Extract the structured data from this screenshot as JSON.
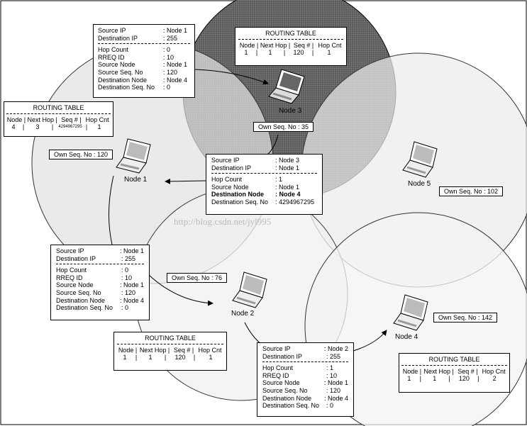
{
  "nodes": {
    "node1": "Node 1",
    "node2": "Node 2",
    "node3": "Node 3",
    "node4": "Node 4",
    "node5": "Node 5"
  },
  "own_seq": {
    "node1": "Own Seq. No : 120",
    "node2": "Own Seq. No : 76",
    "node3": "Own Seq. No : 35",
    "node4": "Own Seq. No : 142",
    "node5": "Own Seq. No : 102"
  },
  "rreq_top": {
    "source_ip": [
      "Source IP",
      ": Node 1"
    ],
    "dest_ip": [
      "Destination IP",
      ": 255"
    ],
    "hop_count": [
      "Hop Count",
      ": 0"
    ],
    "rreq_id": [
      "RREQ ID",
      ": 10"
    ],
    "source_node": [
      "Source Node",
      ": Node 1"
    ],
    "source_seq": [
      "Source Seq. No",
      ": 120"
    ],
    "dest_node": [
      "Destination Node",
      ": Node 4"
    ],
    "dest_seq": [
      "Destination Seq. No",
      ": 0"
    ]
  },
  "rreq_left": {
    "source_ip": [
      "Source IP",
      ": Node 1"
    ],
    "dest_ip": [
      "Destination IP",
      ": 255"
    ],
    "hop_count": [
      "Hop Count",
      ": 0"
    ],
    "rreq_id": [
      "RREQ ID",
      ": 10"
    ],
    "source_node": [
      "Source Node",
      ": Node 1"
    ],
    "source_seq": [
      "Source Seq. No",
      ": 120"
    ],
    "dest_node": [
      "Destination Node",
      ": Node 4"
    ],
    "dest_seq": [
      "Destination Seq. No",
      ": 0"
    ]
  },
  "rreq_bottom": {
    "source_ip": [
      "Source IP",
      ": Node 2"
    ],
    "dest_ip": [
      "Destination IP",
      ": 255"
    ],
    "hop_count": [
      "Hop Count",
      ": 1"
    ],
    "rreq_id": [
      "RREQ ID",
      ": 10"
    ],
    "source_node": [
      "Source Node",
      ": Node 1"
    ],
    "source_seq": [
      "Source Seq. No",
      ": 120"
    ],
    "dest_node": [
      "Destination Node",
      ": Node 4"
    ],
    "dest_seq": [
      "Destination Seq. No",
      ": 0"
    ]
  },
  "rrep_center": {
    "source_ip": [
      "Source IP",
      ": Node 3"
    ],
    "dest_ip": [
      "Destination IP",
      ": Node 1"
    ],
    "hop_count": [
      "Hop Count",
      ": 1"
    ],
    "source_node": [
      "Source Node",
      ": Node 1"
    ],
    "dest_node": [
      "Destination Node",
      ": Node 4"
    ],
    "dest_seq": [
      "Destination Seq. No",
      ": 4294967295"
    ]
  },
  "routing_tables": {
    "title": "ROUTING TABLE",
    "header": [
      "Node |",
      "Next Hop |",
      "Seq # |",
      "Hop Cnt"
    ],
    "node3": [
      "1",
      "|",
      "1",
      "|",
      "120",
      "|",
      "1"
    ],
    "node1": [
      "4",
      "|",
      "3",
      "|",
      "4294967295",
      "|",
      "1"
    ],
    "node2": [
      "1",
      "|",
      "1",
      "|",
      "120",
      "|",
      "1"
    ],
    "node4": [
      "1",
      "|",
      "1",
      "|",
      "120",
      "|",
      "2"
    ]
  },
  "watermark": "http://blog.csdn.net/jyl995"
}
